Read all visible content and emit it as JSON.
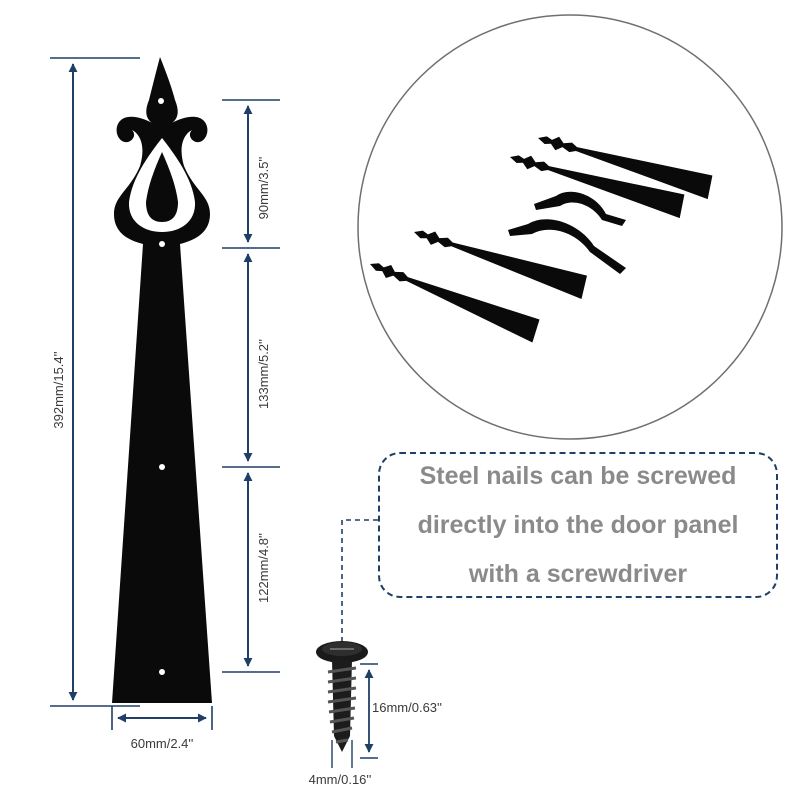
{
  "dimensions": {
    "total_length": "392mm/15.4''",
    "top_section": "90mm/3.5''",
    "middle_section": "133mm/5.2''",
    "lower_section": "122mm/4.8''",
    "width": "60mm/2.4''",
    "screw_length": "16mm/0.63''",
    "screw_diameter": "4mm/0.16''"
  },
  "callout": {
    "lines": [
      "Steel nails can be screwed",
      "directly into the door panel",
      "with a screwdriver"
    ]
  },
  "colors": {
    "dimension_line": "#1f3f66",
    "hinge": "#0a0a0a",
    "callout_text": "#8a8a8a",
    "circle_border": "#6f6f6f"
  },
  "icons": {
    "hinge": "decorative-strap-hinge-icon",
    "screw": "screw-icon"
  }
}
